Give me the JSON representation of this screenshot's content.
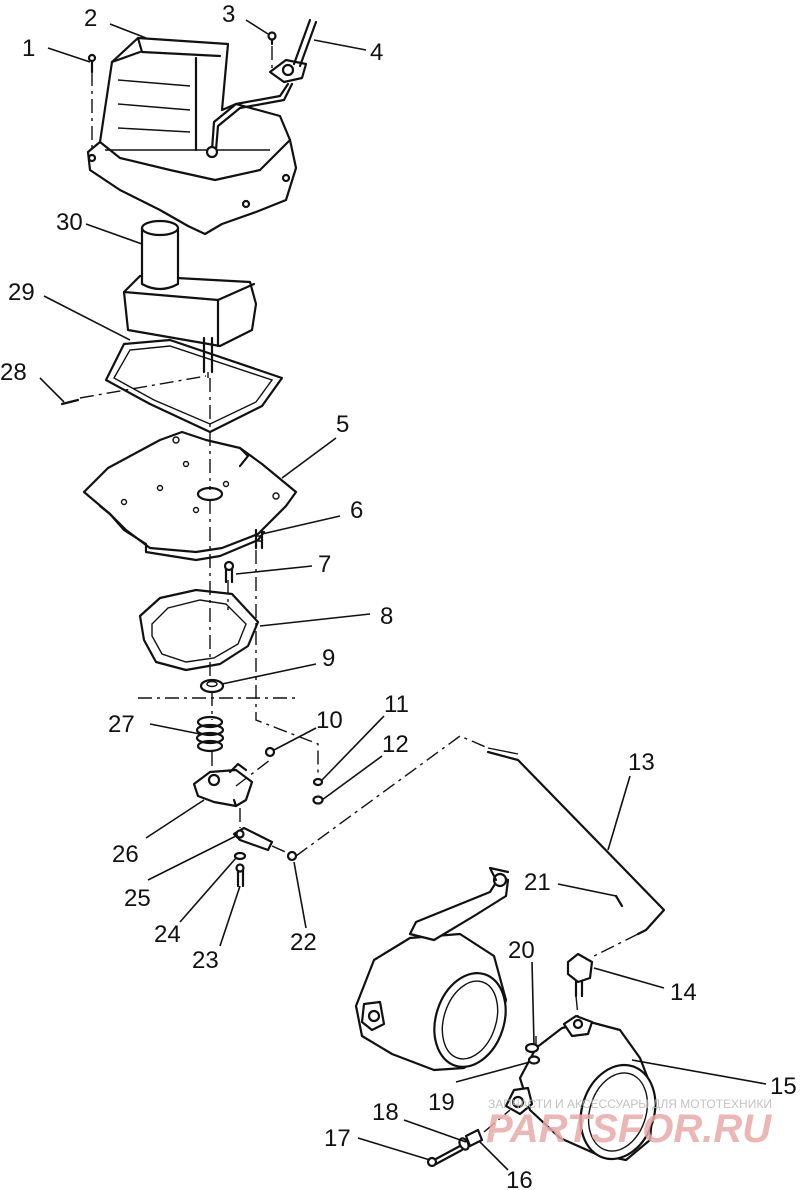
{
  "callouts": [
    {
      "n": "1"
    },
    {
      "n": "2"
    },
    {
      "n": "3"
    },
    {
      "n": "4"
    },
    {
      "n": "5"
    },
    {
      "n": "6"
    },
    {
      "n": "7"
    },
    {
      "n": "8"
    },
    {
      "n": "9"
    },
    {
      "n": "10"
    },
    {
      "n": "11"
    },
    {
      "n": "12"
    },
    {
      "n": "13"
    },
    {
      "n": "14"
    },
    {
      "n": "15"
    },
    {
      "n": "16"
    },
    {
      "n": "17"
    },
    {
      "n": "18"
    },
    {
      "n": "19"
    },
    {
      "n": "20"
    },
    {
      "n": "21"
    },
    {
      "n": "22"
    },
    {
      "n": "23"
    },
    {
      "n": "24"
    },
    {
      "n": "25"
    },
    {
      "n": "26"
    },
    {
      "n": "27"
    },
    {
      "n": "28"
    },
    {
      "n": "29"
    },
    {
      "n": "30"
    }
  ],
  "watermark": {
    "tagline": "ЗАПЧАСТИ И АКСЕССУАРЫ ДЛЯ МОТОТЕХНИКИ",
    "logo": "PARTSFOR.RU"
  },
  "colors": {
    "line": "#111111",
    "background": "#ffffff",
    "watermark_logo": "#e8aaa6",
    "watermark_text": "#b8b8b8"
  }
}
